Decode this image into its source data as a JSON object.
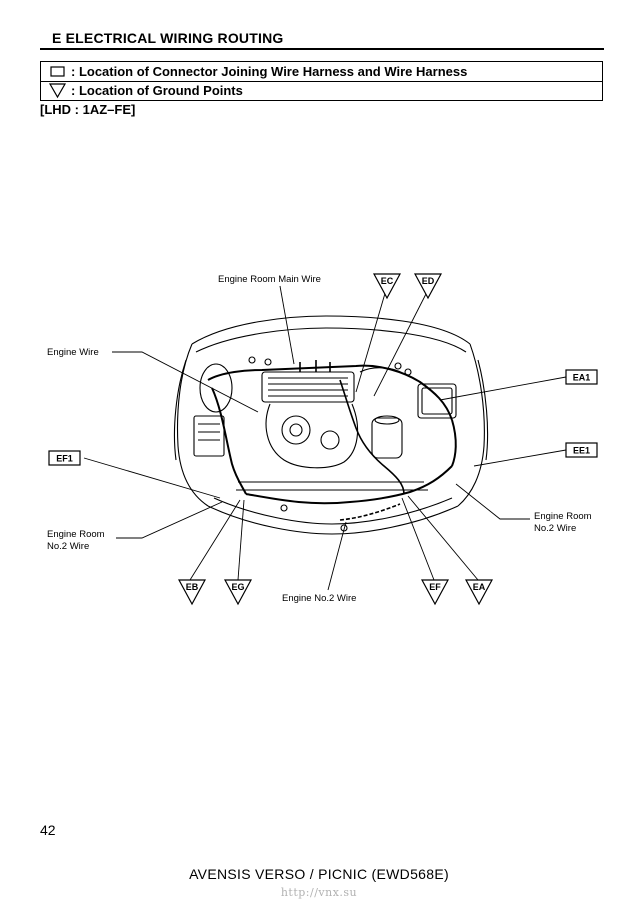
{
  "header": {
    "title": "E  ELECTRICAL WIRING ROUTING",
    "legend_connector": ": Location of Connector Joining Wire Harness and Wire Harness",
    "legend_ground": ": Location of Ground Points",
    "variant": "[LHD : 1AZ–FE]"
  },
  "labels": {
    "engine_room_main_wire": "Engine Room Main Wire",
    "engine_wire": "Engine Wire",
    "engine_room_no2_wire_left_l1": "Engine Room",
    "engine_room_no2_wire_left_l2": "No.2 Wire",
    "engine_room_no2_wire_right_l1": "Engine Room",
    "engine_room_no2_wire_right_l2": "No.2 Wire",
    "engine_no2_wire": "Engine No.2 Wire"
  },
  "connectors": {
    "ea1": "EA1",
    "ee1": "EE1",
    "ef1": "EF1"
  },
  "grounds": {
    "ec": "EC",
    "ed": "ED",
    "eb": "EB",
    "eg": "EG",
    "ef": "EF",
    "ea": "EA"
  },
  "footer": {
    "page_number": "42",
    "book": "AVENSIS VERSO / PICNIC (EWD568E)",
    "watermark": "http://vnx.su"
  },
  "colors": {
    "ink": "#000000",
    "paper": "#ffffff",
    "watermark": "#b2b2b2"
  }
}
